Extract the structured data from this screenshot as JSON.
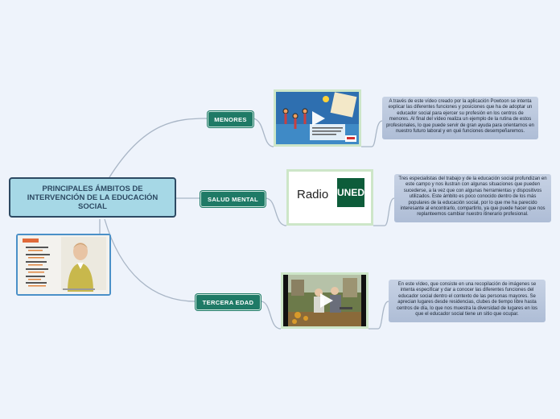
{
  "central": {
    "title": "PRINCIPALES ÁMBITOS DE INTERVENCIÓN DE LA EDUCACIÓN SOCIAL"
  },
  "branches": [
    {
      "label": "MENORES",
      "description": "A través de este vídeo creado por la aplicación Powtoon se intenta explicar las diferentes funciones y posiciones que ha de adoptar un educador social para ejercer su profesión en los centros de menores. Al final del vídeo realiza un ejemplo de la rutina de estos profesionales, lo que puede servir de gran ayuda para orientarnos en nuestro futuro laboral y en qué funciones desempeñaremos."
    },
    {
      "label": "SALUD MENTAL",
      "description": "Tres especialistas del trabajo y de la educación social profundizan en este campo y nos ilustran con algunas situaciones que pueden sucederse, a la vez que con algunas herramientas y dispositivos utilizados. Este ámbito es poco conocido dentro de los más populares de la educación social, por lo que me ha parecido interesante al encontrarlo, compartirlo, ya que puede hacer que nos replanteemos cambiar nuestro itinerario profesional.",
      "video_text": [
        "Radio",
        "UNED"
      ]
    },
    {
      "label": "TERCERA EDAD",
      "description": "En este vídeo, que consiste en una recopilación de imágenes se intenta especificar y dar a conocer las diferentes funciones del educador social dentro el contexto de las personas mayores. Se aprecian lugares desde residencias, clubes de tiempo libre hasta centros de día, lo que nos muestra la diversidad de lugares en los que el educador social tiene un sitio que ocupar."
    }
  ],
  "colors": {
    "branch_bg": "#1f7a66",
    "central_bg": "#a6d8e6",
    "central_border": "#2d4a63",
    "connector": "#a9b6c6",
    "note_bg": "#bcc8dc"
  },
  "icons": [
    "play-icon"
  ]
}
